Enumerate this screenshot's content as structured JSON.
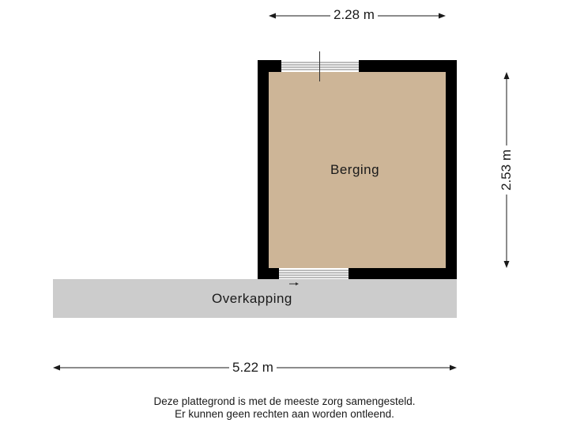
{
  "colors": {
    "wall": "#000000",
    "room_fill": "#cdb597",
    "overkapping_fill": "#cccccc",
    "window_line": "#7a7a7a",
    "dimension_line": "#1a1a1a"
  },
  "rooms": [
    {
      "name": "Berging"
    },
    {
      "name": "Overkapping"
    }
  ],
  "dimensions": {
    "top_width": "2.28 m",
    "right_height": "2.53 m",
    "bottom_width": "5.22 m"
  },
  "footer": {
    "line1": "Deze plattegrond is met de meeste zorg samengesteld.",
    "line2": "Er kunnen geen rechten aan worden ontleend."
  }
}
